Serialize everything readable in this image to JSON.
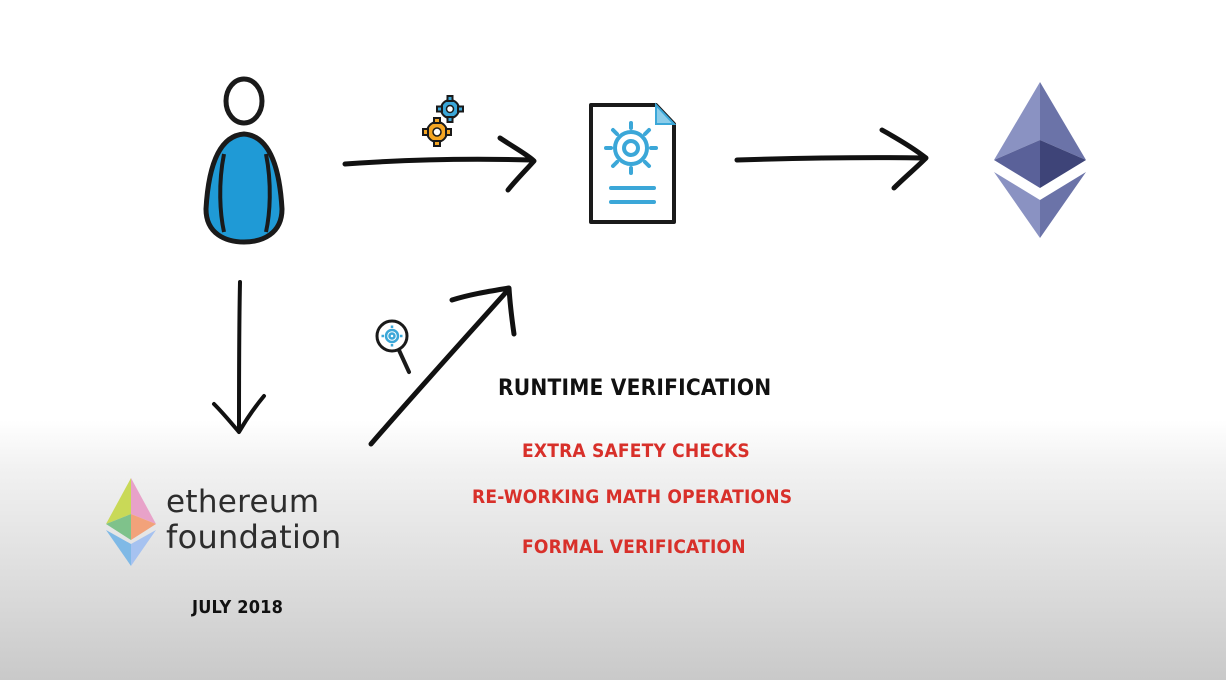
{
  "diagram": {
    "labels": {
      "runtime_verification": "RUNTIME VERIFICATION",
      "checks": [
        "EXTRA SAFETY CHECKS",
        "RE-WORKING MATH OPERATIONS",
        "FORMAL VERIFICATION"
      ],
      "date": "JULY 2018"
    },
    "logo": {
      "line1": "ethereum",
      "line2": "foundation"
    },
    "icons": [
      "person-icon",
      "gears-icon",
      "smart-contract-document-icon",
      "ethereum-logo-icon",
      "magnifier-gear-icon",
      "ethereum-foundation-logo-icon"
    ],
    "colors": {
      "person_blue": "#1f9ad6",
      "red_text": "#d8302a",
      "ethereum_purple": "#6b73a8",
      "gear_orange": "#f5a623",
      "gear_blue": "#3ba7d8"
    }
  }
}
